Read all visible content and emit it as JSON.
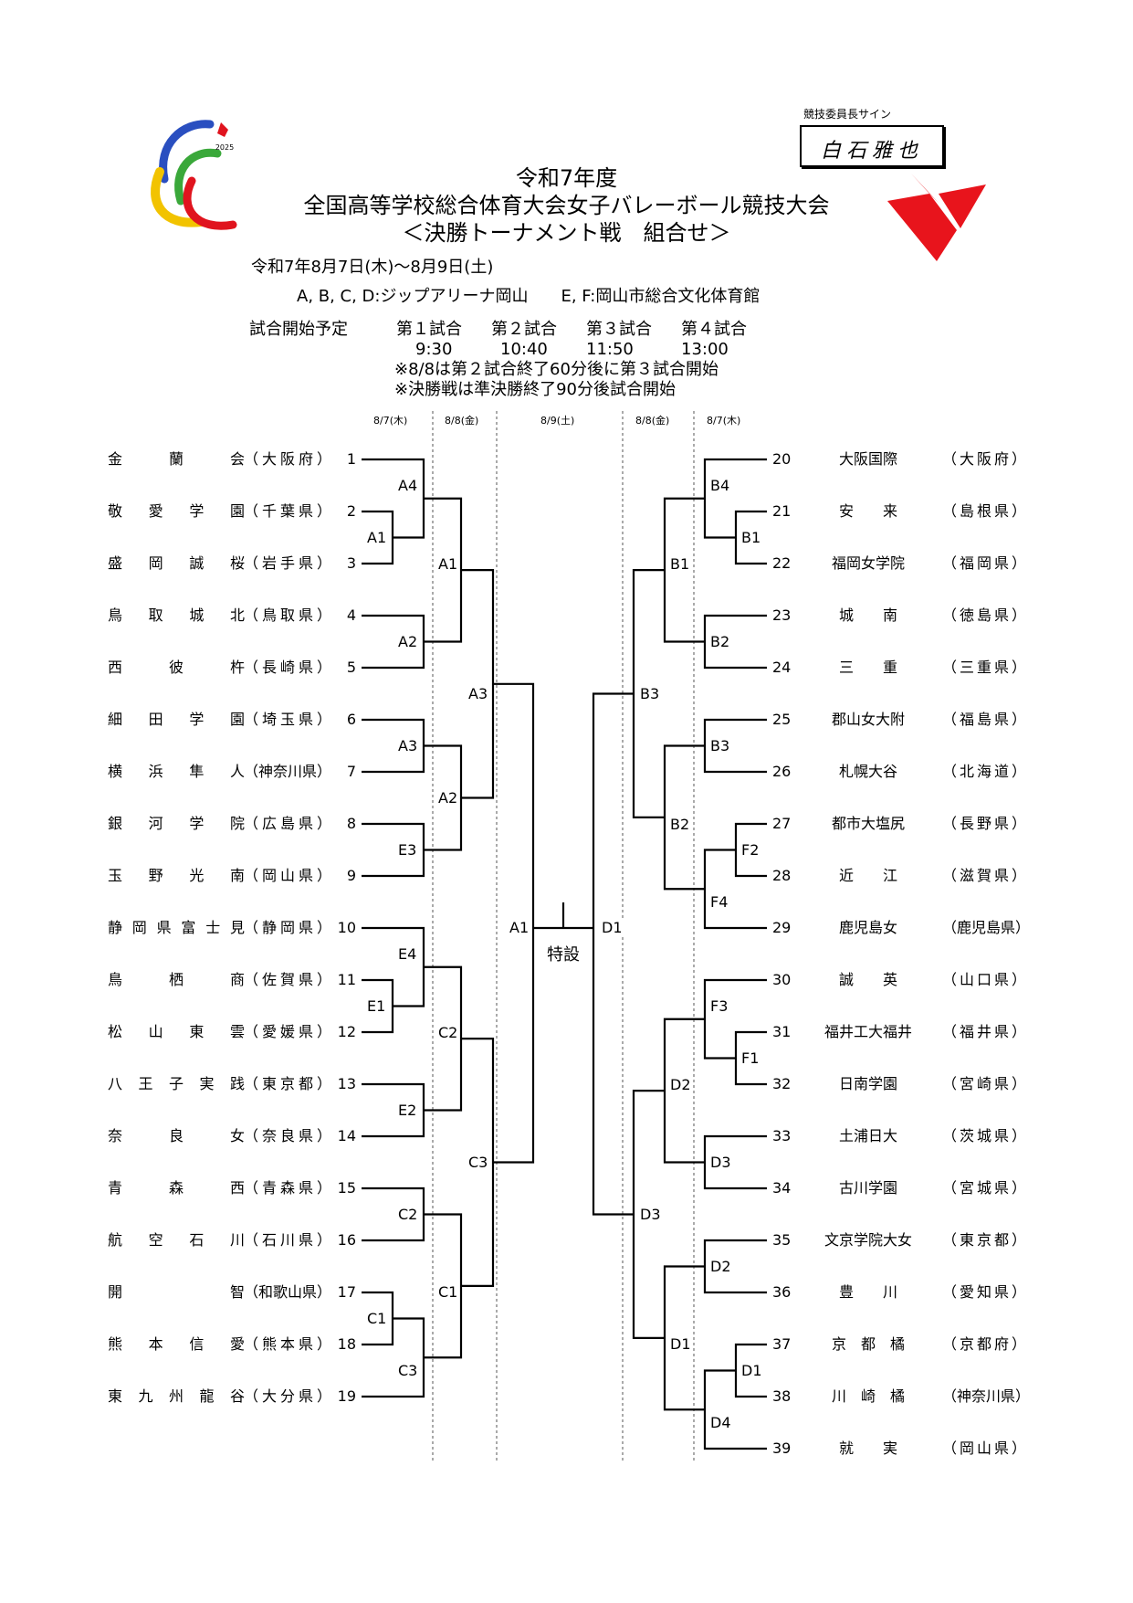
{
  "document": {
    "title_lines": [
      "令和7年度",
      "全国高等学校総合体育大会女子バレーボール競技大会",
      "＜決勝トーナメント戦　組合せ＞"
    ],
    "logo_year": "2025",
    "sign_label": "競技委員長サイン",
    "sign_name": "白石雅也",
    "period": "令和7年8月7日(木)～8月9日(土)",
    "venues": "A, B, C, D:ジップアリーナ岡山　　E, F:岡山市総合文化体育館",
    "schedule_label": "試合開始予定",
    "matches": [
      "第１試合",
      "第２試合",
      "第３試合",
      "第４試合"
    ],
    "times": [
      "9:30",
      "10:40",
      "11:50",
      "13:00"
    ],
    "notes": [
      "※8/8は第２試合終了60分後に第３試合開始",
      "※決勝戦は準決勝終了90分後試合開始"
    ],
    "round_dates": [
      "8/7(木)",
      "8/8(金)",
      "8/9(土)",
      "8/8(金)",
      "8/7(木)"
    ],
    "final_court": "特設",
    "colors": {
      "logo_blue": "#2a4fc0",
      "logo_green": "#3aa83a",
      "logo_yellow": "#f2c300",
      "logo_red": "#e0141e"
    }
  },
  "left_teams": [
    {
      "num": "1",
      "name": "金　蘭　会",
      "pref": "（大阪府）"
    },
    {
      "num": "2",
      "name": "敬愛学園",
      "pref": "（千葉県）"
    },
    {
      "num": "3",
      "name": "盛岡誠桜",
      "pref": "（岩手県）"
    },
    {
      "num": "4",
      "name": "鳥取城北",
      "pref": "（鳥取県）"
    },
    {
      "num": "5",
      "name": "西　彼　杵",
      "pref": "（長崎県）"
    },
    {
      "num": "6",
      "name": "細田学園",
      "pref": "（埼玉県）"
    },
    {
      "num": "7",
      "name": "横浜隼人",
      "pref": "（神奈川県）"
    },
    {
      "num": "8",
      "name": "銀河学院",
      "pref": "（広島県）"
    },
    {
      "num": "9",
      "name": "玉野光南",
      "pref": "（岡山県）"
    },
    {
      "num": "10",
      "name": "静岡県富士見",
      "pref": "（静岡県）"
    },
    {
      "num": "11",
      "name": "鳥　栖　商",
      "pref": "（佐賀県）"
    },
    {
      "num": "12",
      "name": "松山東雲",
      "pref": "（愛媛県）"
    },
    {
      "num": "13",
      "name": "八王子実践",
      "pref": "（東京都）"
    },
    {
      "num": "14",
      "name": "奈　良　女",
      "pref": "（奈良県）"
    },
    {
      "num": "15",
      "name": "青　森　西",
      "pref": "（青森県）"
    },
    {
      "num": "16",
      "name": "航空石川",
      "pref": "（石川県）"
    },
    {
      "num": "17",
      "name": "開　　智",
      "pref": "（和歌山県）"
    },
    {
      "num": "18",
      "name": "熊本信愛",
      "pref": "（熊本県）"
    },
    {
      "num": "19",
      "name": "東九州龍谷",
      "pref": "（大分県）"
    }
  ],
  "right_teams": [
    {
      "num": "20",
      "name": "大阪国際",
      "pref": "（大阪府）"
    },
    {
      "num": "21",
      "name": "安　　来",
      "pref": "（島根県）"
    },
    {
      "num": "22",
      "name": "福岡女学院",
      "pref": "（福岡県）"
    },
    {
      "num": "23",
      "name": "城　　南",
      "pref": "（徳島県）"
    },
    {
      "num": "24",
      "name": "三　　重",
      "pref": "（三重県）"
    },
    {
      "num": "25",
      "name": "郡山女大附",
      "pref": "（福島県）"
    },
    {
      "num": "26",
      "name": "札幌大谷",
      "pref": "（北海道）"
    },
    {
      "num": "27",
      "name": "都市大塩尻",
      "pref": "（長野県）"
    },
    {
      "num": "28",
      "name": "近　　江",
      "pref": "（滋賀県）"
    },
    {
      "num": "29",
      "name": "鹿児島女",
      "pref": "（鹿児島県）"
    },
    {
      "num": "30",
      "name": "誠　　英",
      "pref": "（山口県）"
    },
    {
      "num": "31",
      "name": "福井工大福井",
      "pref": "（福井県）"
    },
    {
      "num": "32",
      "name": "日南学園",
      "pref": "（宮崎県）"
    },
    {
      "num": "33",
      "name": "土浦日大",
      "pref": "（茨城県）"
    },
    {
      "num": "34",
      "name": "古川学園",
      "pref": "（宮城県）"
    },
    {
      "num": "35",
      "name": "文京学院大女",
      "pref": "（東京都）"
    },
    {
      "num": "36",
      "name": "豊　　川",
      "pref": "（愛知県）"
    },
    {
      "num": "37",
      "name": "京　都　橘",
      "pref": "（京都府）"
    },
    {
      "num": "38",
      "name": "川　崎　橘",
      "pref": "（神奈川県）"
    },
    {
      "num": "39",
      "name": "就　　実",
      "pref": "（岡山県）"
    }
  ],
  "match_labels": [
    "A4",
    "A1",
    "A2",
    "A3",
    "E3",
    "E4",
    "E1",
    "E2",
    "C2",
    "C1",
    "C3",
    "A1",
    "A2",
    "C2",
    "C1",
    "A3",
    "C3",
    "B4",
    "B1",
    "B2",
    "B3",
    "F2",
    "F4",
    "F3",
    "F1",
    "D3",
    "D2",
    "D1",
    "D4",
    "B1",
    "B2",
    "D2",
    "D1",
    "B3",
    "D3",
    "A1",
    "D1"
  ]
}
